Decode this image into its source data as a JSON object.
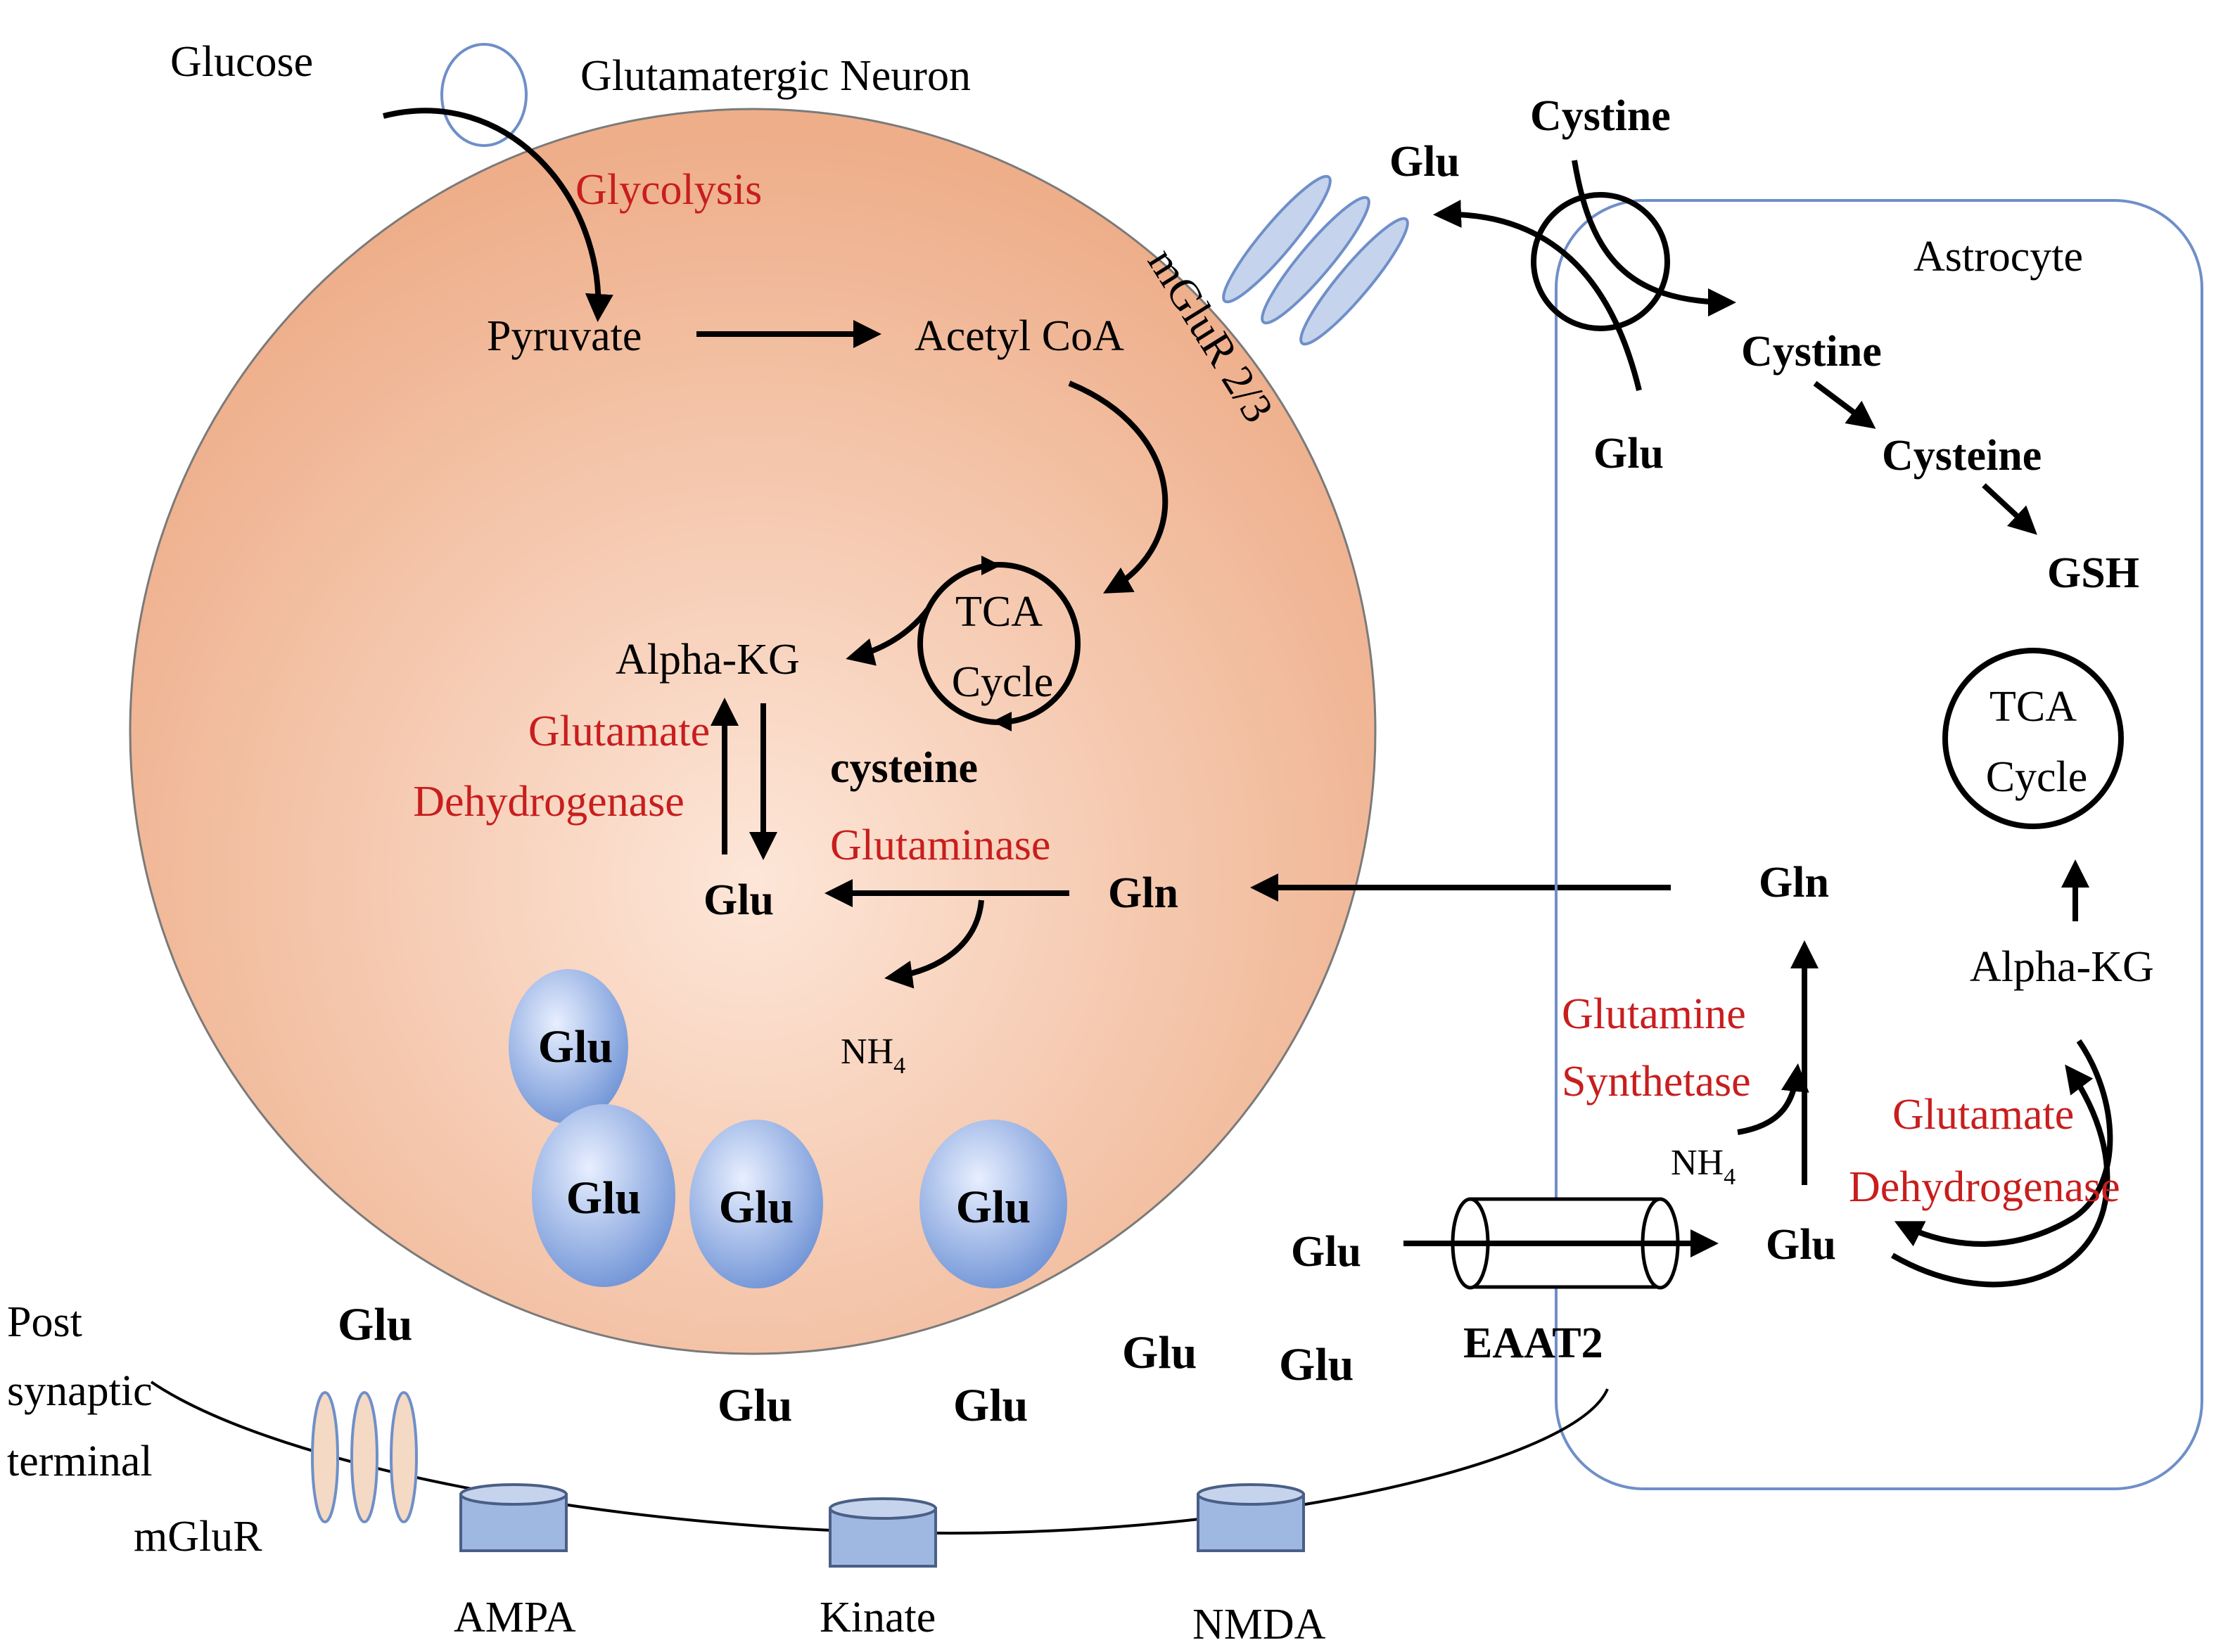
{
  "colors": {
    "neuron_fill_center": "#fde6d8",
    "neuron_fill_edge": "#eeae8a",
    "enzyme_red": "#c81e1e",
    "astrocyte_border": "#6f8fc8",
    "vesicle_blue": "#6f93d6",
    "receptor_blue": "#c5d4ec",
    "receptor_peach": "#f4d9c4"
  },
  "neuron": {
    "title": "Glutamatergic Neuron",
    "glucose": "Glucose",
    "glycolysis": "Glycolysis",
    "pyruvate": "Pyruvate",
    "acetyl_coa": "Acetyl CoA",
    "mglur23": "mGluR 2/3",
    "tca_line1": "TCA",
    "tca_line2": "Cycle",
    "alpha_kg": "Alpha-KG",
    "gdh_line1": "Glutamate",
    "gdh_line2": "Dehydrogenase",
    "cysteine": "cysteine",
    "glutaminase": "Glutaminase",
    "glu": "Glu",
    "gln": "Gln",
    "nh4": "NH",
    "nh4_sub": "4",
    "vesicles": [
      "Glu",
      "Glu",
      "Glu",
      "Glu"
    ]
  },
  "exchanger": {
    "cystine_out": "Cystine",
    "glu_out": "Glu",
    "glu_in": "Glu"
  },
  "astrocyte": {
    "title": "Astrocyte",
    "cystine": "Cystine",
    "cysteine": "Cysteine",
    "gsh": "GSH",
    "tca_line1": "TCA",
    "tca_line2": "Cycle",
    "gln": "Gln",
    "alpha_kg": "Alpha-KG",
    "gs_line1": "Glutamine",
    "gs_line2": "Synthetase",
    "gdh_line1": "Glutamate",
    "gdh_line2": "Dehydrogenase",
    "nh4": "NH",
    "nh4_sub": "4",
    "glu": "Glu",
    "glu_outside": "Glu",
    "eaat2": "EAAT2"
  },
  "synapse": {
    "cleft_glu": [
      "Glu",
      "Glu",
      "Glu",
      "Glu",
      "Glu"
    ],
    "post_line1": "Post",
    "post_line2": "synaptic",
    "post_line3": "terminal",
    "mglur": "mGluR",
    "ampa": "AMPA",
    "kinate": "Kinate",
    "nmda": "NMDA"
  }
}
